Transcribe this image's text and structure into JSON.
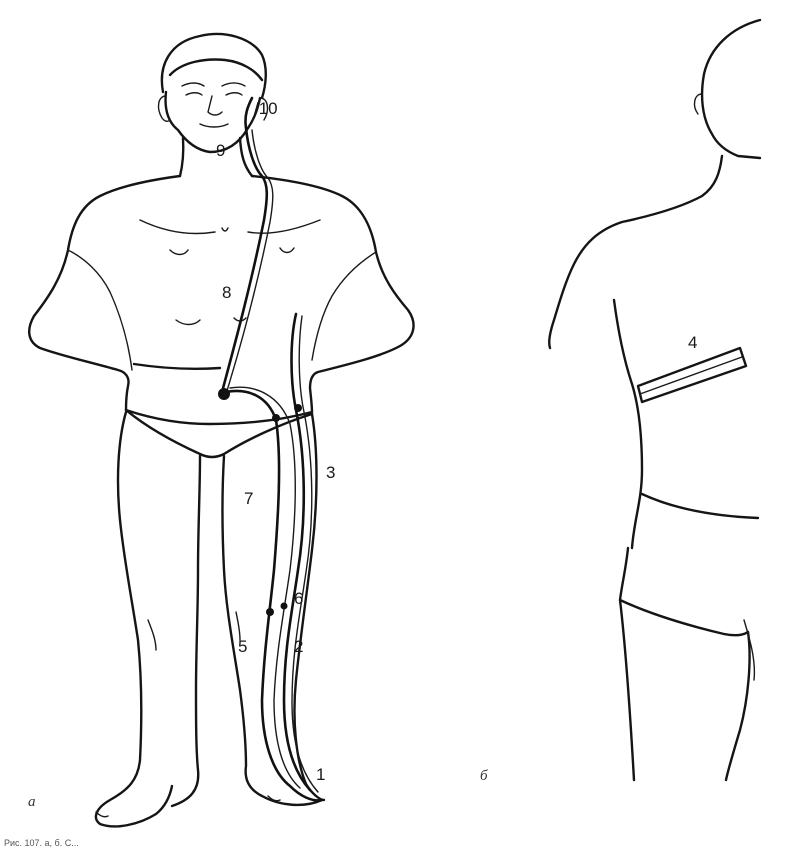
{
  "figure": {
    "panels": [
      {
        "id": "front",
        "label": "а"
      },
      {
        "id": "back",
        "label": "б"
      }
    ],
    "labels": [
      {
        "id": "1",
        "text": "1"
      },
      {
        "id": "2",
        "text": "2"
      },
      {
        "id": "3",
        "text": "3"
      },
      {
        "id": "4",
        "text": "4"
      },
      {
        "id": "5",
        "text": "5"
      },
      {
        "id": "6",
        "text": "6"
      },
      {
        "id": "7",
        "text": "7"
      },
      {
        "id": "8",
        "text": "8"
      },
      {
        "id": "9",
        "text": "9"
      },
      {
        "id": "10",
        "text": "/10"
      }
    ],
    "caption": "Рис. 107. а, б. С..."
  }
}
